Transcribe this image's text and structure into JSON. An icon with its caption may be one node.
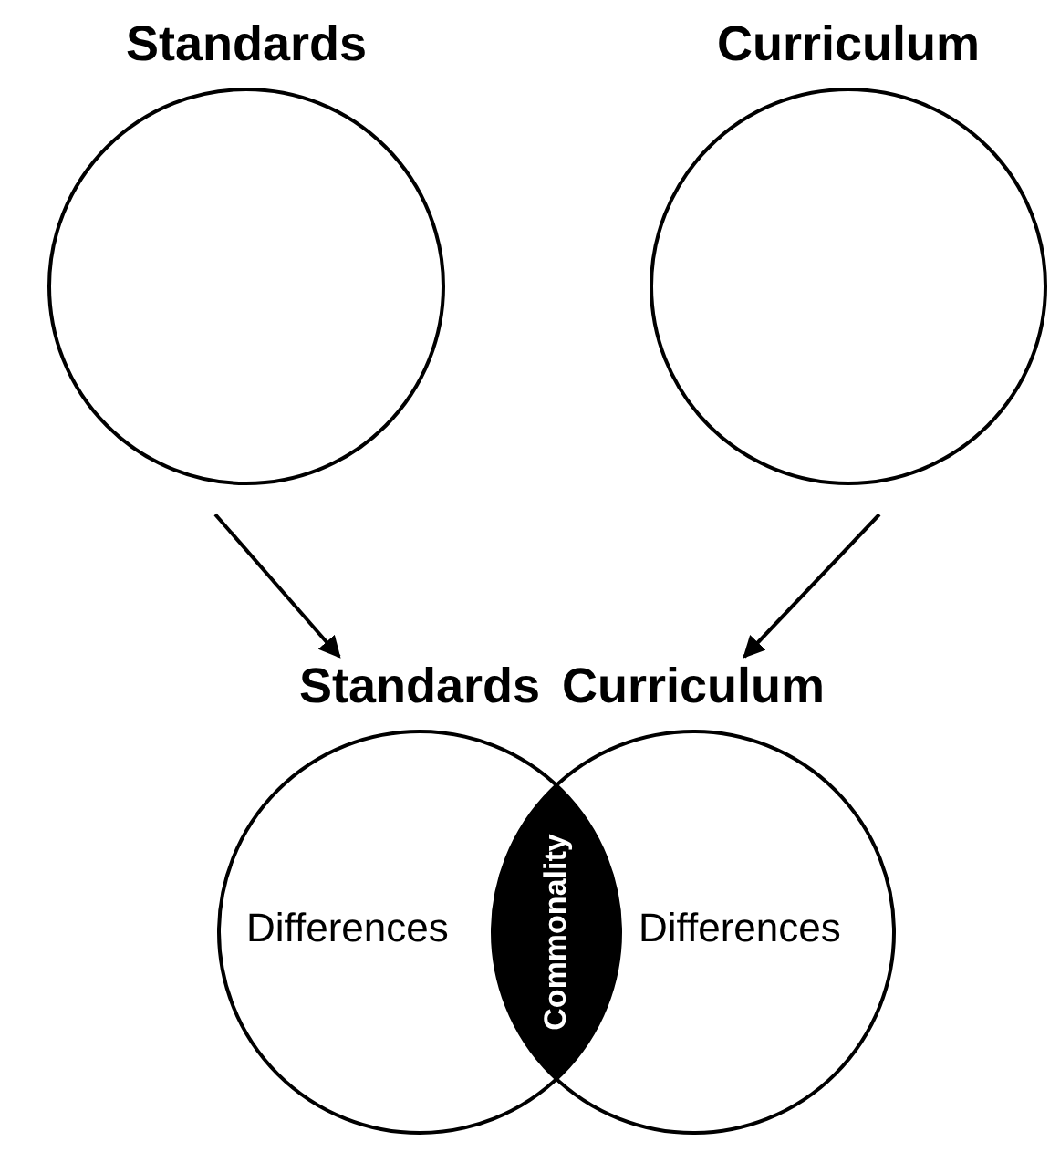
{
  "diagram": {
    "nodes": [
      {
        "text": [
          "Standards"
        ]
      },
      {
        "text": [
          "Curriculum"
        ]
      },
      {
        "text": [
          "Standards",
          "Differences"
        ]
      },
      {
        "text": [
          "Curriculum",
          "Differences"
        ]
      },
      {
        "text": [
          "Commonality"
        ]
      }
    ],
    "edges": [
      {
        "from": 0,
        "to": 2,
        "arrow": "to"
      },
      {
        "from": 1,
        "to": 3,
        "arrow": "to"
      }
    ]
  }
}
